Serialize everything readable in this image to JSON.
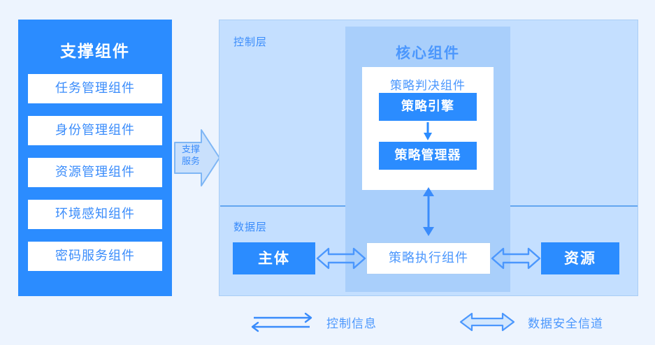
{
  "support_panel": {
    "title": "支撑组件",
    "items": [
      {
        "label": "任务管理组件"
      },
      {
        "label": "身份管理组件"
      },
      {
        "label": "资源管理组件"
      },
      {
        "label": "环境感知组件"
      },
      {
        "label": "密码服务组件"
      }
    ]
  },
  "support_service_arrow": {
    "line1": "支撑",
    "line2": "服务"
  },
  "main_panel": {
    "control_layer_label": "控制层",
    "data_layer_label": "数据层",
    "core": {
      "title": "核心组件",
      "decision_title": "策略判决组件",
      "engine_label": "策略引擎",
      "manager_label": "策略管理器"
    },
    "data_layer": {
      "subject_label": "主体",
      "pep_label": "策略执行组件",
      "resource_label": "资源"
    }
  },
  "legend": {
    "control_info_label": "控制信息",
    "data_channel_label": "数据安全信道"
  },
  "colors": {
    "page_background": "#edf4fe",
    "brand_blue": "#2b8cff",
    "panel_light_blue": "#c4dfff",
    "core_blue": "#a9cffb",
    "text_blue": "#4b97fd",
    "border_blue": "#a9cdf5",
    "arrow_blue": "#3a8cfb",
    "white": "#ffffff"
  }
}
